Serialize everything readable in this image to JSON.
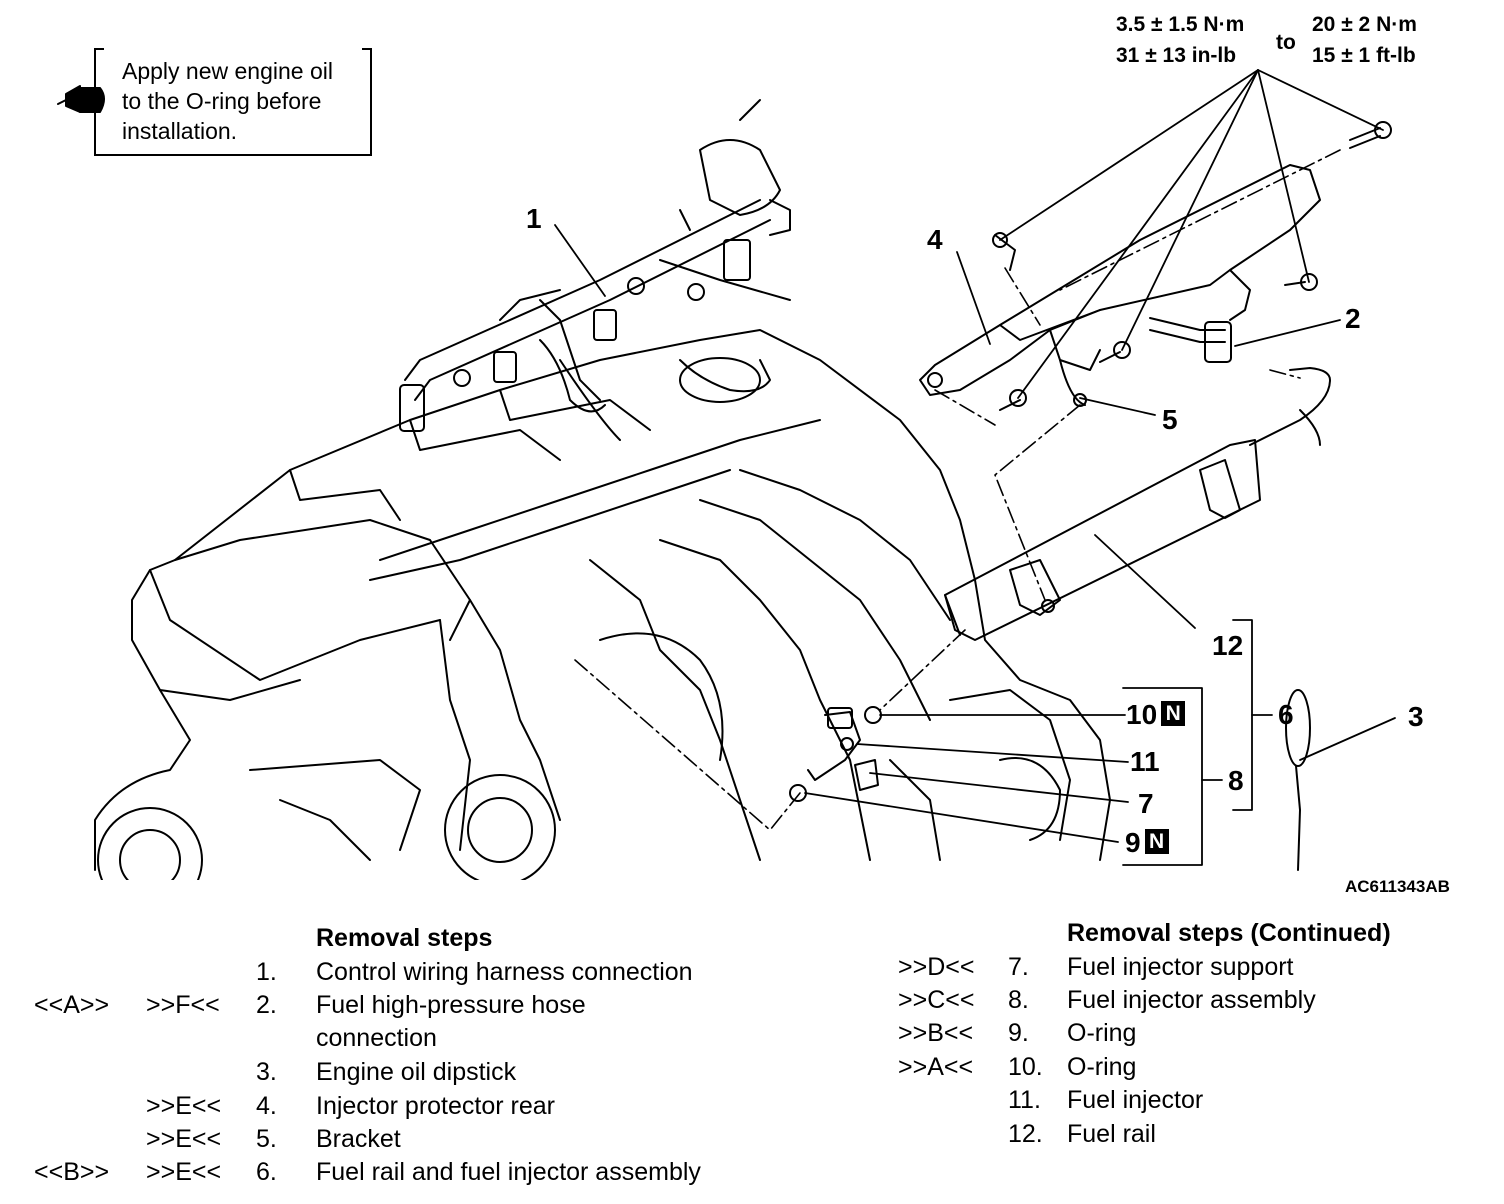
{
  "note": {
    "lines": [
      "Apply new engine oil",
      "to the O-ring before",
      "installation."
    ],
    "icon": "oil-can-icon"
  },
  "torque": {
    "low_nm": "3.5 ± 1.5 N·m",
    "low_inlb": "31 ± 13 in-lb",
    "to": "to",
    "high_nm": "20 ± 2 N·m",
    "high_ftlb": "15 ± 1 ft-lb"
  },
  "callouts": {
    "c1": "1",
    "c2": "2",
    "c3": "3",
    "c4": "4",
    "c5": "5",
    "c6": "6",
    "c7": "7",
    "c8": "8",
    "c9": "9",
    "c10": "10",
    "c11": "11",
    "c12": "12",
    "new_badge": "N"
  },
  "figure_ref": "AC611343AB",
  "removal": {
    "heading": "Removal steps",
    "steps": [
      {
        "a": "",
        "b": "",
        "num": "1.",
        "text": "Control wiring harness connection"
      },
      {
        "a": "<<A>>",
        "b": ">>F<<",
        "num": "2.",
        "text": "Fuel high-pressure hose",
        "text2": "connection"
      },
      {
        "a": "",
        "b": "",
        "num": "3.",
        "text": "Engine oil dipstick"
      },
      {
        "a": "",
        "b": ">>E<<",
        "num": "4.",
        "text": "Injector protector rear"
      },
      {
        "a": "",
        "b": ">>E<<",
        "num": "5.",
        "text": "Bracket"
      },
      {
        "a": "<<B>>",
        "b": ">>E<<",
        "num": "6.",
        "text": "Fuel rail and fuel injector assembly"
      }
    ]
  },
  "removal_cont": {
    "heading": "Removal steps (Continued)",
    "steps": [
      {
        "b": ">>D<<",
        "num": "7.",
        "text": "Fuel injector support"
      },
      {
        "b": ">>C<<",
        "num": "8.",
        "text": "Fuel injector assembly"
      },
      {
        "b": ">>B<<",
        "num": "9.",
        "text": "O-ring"
      },
      {
        "b": ">>A<<",
        "num": "10.",
        "text": "O-ring"
      },
      {
        "b": "",
        "num": "11.",
        "text": "Fuel injector"
      },
      {
        "b": "",
        "num": "12.",
        "text": "Fuel rail"
      }
    ]
  }
}
